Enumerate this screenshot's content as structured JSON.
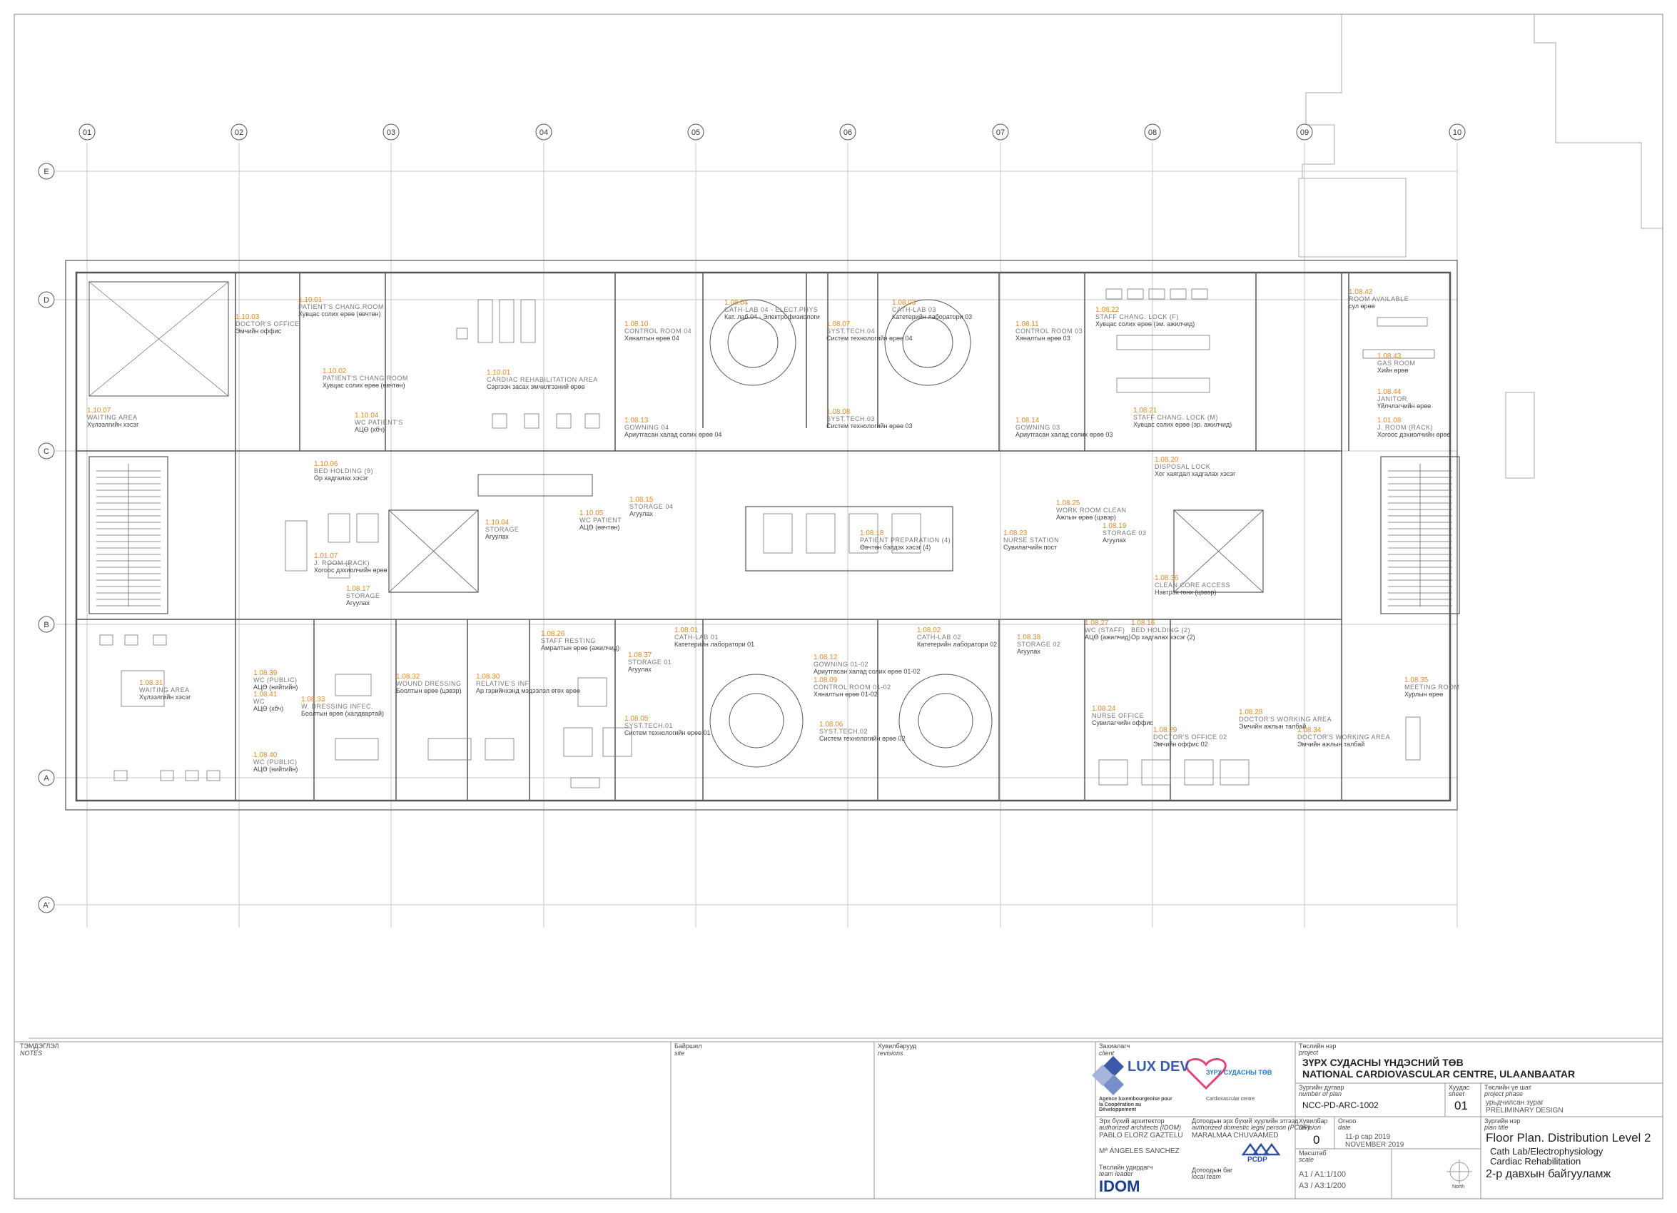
{
  "grid": {
    "columns": [
      "01",
      "02",
      "03",
      "04",
      "05",
      "06",
      "07",
      "08",
      "09",
      "10"
    ],
    "rows": [
      "E",
      "D",
      "C",
      "B",
      "A",
      "A'"
    ]
  },
  "rooms": [
    {
      "code": "1.10.07",
      "name_en": "WAITING AREA",
      "name_mn": "Хүлээлгийн хэсэг"
    },
    {
      "code": "1.10.03",
      "name_en": "DOCTOR'S OFFICE",
      "name_mn": "Эмчийн оффис"
    },
    {
      "code": "1.10.01",
      "name_en": "PATIENT'S CHANG.ROOM",
      "name_mn": "Хувцас солих өрөө (өвчтөн)"
    },
    {
      "code": "1.10.02",
      "name_en": "PATIENT'S CHANG.ROOM",
      "name_mn": "Хувцас солих өрөө (өвчтөн)"
    },
    {
      "code": "1.10.04",
      "name_en": "WC PATIENT'S",
      "name_mn": "АЦӨ (хбч)"
    },
    {
      "code": "1.10.01",
      "name_en": "CARDIAC REHABILITATION AREA",
      "name_mn": "Сэргээн засах эмчилгээний өрөө"
    },
    {
      "code": "1.10.06",
      "name_en": "BED HOLDING (9)",
      "name_mn": "Ор хадгалах хэсэг"
    },
    {
      "code": "1.10.04",
      "name_en": "STORAGE",
      "name_mn": "Агуулах"
    },
    {
      "code": "1.10.05",
      "name_en": "WC PATIENT",
      "name_mn": "АЦӨ (өвчтөн)"
    },
    {
      "code": "1.01.07",
      "name_en": "J. ROOM (RACK)",
      "name_mn": "Хогоос дэхиолчийн өрөө"
    },
    {
      "code": "1.08.17",
      "name_en": "STORAGE",
      "name_mn": "Агуулах"
    },
    {
      "code": "1.08.10",
      "name_en": "CONTROL ROOM 04",
      "name_mn": "Хяналтын өрөө 04"
    },
    {
      "code": "1.08.13",
      "name_en": "GOWNING 04",
      "name_mn": "Ариутгасан халад солих өрөө 04"
    },
    {
      "code": "1.08.04",
      "name_en": "CATH-LAB 04 - ELECT.PHYS",
      "name_mn": "Кат. лаб.04 - Электрофизиологи"
    },
    {
      "code": "1.08.07",
      "name_en": "SYST.TECH.04",
      "name_mn": "Систем технологийн өрөө 04"
    },
    {
      "code": "1.08.08",
      "name_en": "SYST.TECH.03",
      "name_mn": "Систем технологийн өрөө 03"
    },
    {
      "code": "1.08.03",
      "name_en": "CATH-LAB 03",
      "name_mn": "Катетерийн лаборатори 03"
    },
    {
      "code": "1.08.11",
      "name_en": "CONTROL ROOM 03",
      "name_mn": "Хяналтын өрөө 03"
    },
    {
      "code": "1.08.14",
      "name_en": "GOWNING 03",
      "name_mn": "Ариутгасан халад солих өрөө 03"
    },
    {
      "code": "1.08.22",
      "name_en": "STAFF CHANG. LOCK (F)",
      "name_mn": "Хувцас солих өрөө (эм. ажилчид)"
    },
    {
      "code": "1.08.21",
      "name_en": "STAFF CHANG. LOCK (M)",
      "name_mn": "Хувцас солих өрөө (эр. ажилчид)"
    },
    {
      "code": "1.08.42",
      "name_en": "ROOM AVAILABLE",
      "name_mn": "сул өрөө"
    },
    {
      "code": "1.08.43",
      "name_en": "GAS ROOM",
      "name_mn": "Хийн өрөө"
    },
    {
      "code": "1.08.44",
      "name_en": "JANITOR",
      "name_mn": "Үйлчлэгчийн өрөө"
    },
    {
      "code": "1.01.08",
      "name_en": "J. ROOM (RACK)",
      "name_mn": "Хогоос дэхиолчийн өрөө"
    },
    {
      "code": "1.08.20",
      "name_en": "DISPOSAL LOCK",
      "name_mn": "Хог хаягдал хадгалах хэсэг"
    },
    {
      "code": "1.08.15",
      "name_en": "STORAGE 04",
      "name_mn": "Агуулах"
    },
    {
      "code": "1.08.18",
      "name_en": "PATIENT PREPARATION (4)",
      "name_mn": "Өвчтөн бэлдэх хэсэг (4)"
    },
    {
      "code": "1.08.23",
      "name_en": "NURSE STATION",
      "name_mn": "Сувилагчийн пост"
    },
    {
      "code": "1.08.25",
      "name_en": "WORK ROOM CLEAN",
      "name_mn": "Ажлын өрөө (цэвэр)"
    },
    {
      "code": "1.08.19",
      "name_en": "STORAGE 03",
      "name_mn": "Агуулах"
    },
    {
      "code": "1.08.36",
      "name_en": "CLEAN CORE ACCESS",
      "name_mn": "Нэвтрэх гонх (цэвэр)"
    },
    {
      "code": "1.08.31",
      "name_en": "WAITING AREA",
      "name_mn": "Хүлээлгийн хэсэг"
    },
    {
      "code": "1.08.39",
      "name_en": "WC (PUBLIC)",
      "name_mn": "АЦӨ (нийтийн)"
    },
    {
      "code": "1.08.41",
      "name_en": "WC",
      "name_mn": "АЦӨ (хбч)"
    },
    {
      "code": "1.08.40",
      "name_en": "WC (PUBLIC)",
      "name_mn": "АЦӨ (нийтийн)"
    },
    {
      "code": "1.08.33",
      "name_en": "W. DRESSING INFEC.",
      "name_mn": "Боолтын өрөө (халдвартай)"
    },
    {
      "code": "1.08.32",
      "name_en": "WOUND DRESSING",
      "name_mn": "Боолтын өрөө (цэвэр)"
    },
    {
      "code": "1.08.30",
      "name_en": "RELATIVE'S INF.",
      "name_mn": "Ар гэрийнхэнд мэдээлэл өгөх өрөө"
    },
    {
      "code": "1.08.26",
      "name_en": "STAFF RESTING",
      "name_mn": "Амралтын өрөө (ажилчид)"
    },
    {
      "code": "1.08.37",
      "name_en": "STORAGE 01",
      "name_mn": "Агуулах"
    },
    {
      "code": "1.08.05",
      "name_en": "SYST.TECH.01",
      "name_mn": "Систем технологийн өрөө 01"
    },
    {
      "code": "1.08.01",
      "name_en": "CATH-LAB 01",
      "name_mn": "Катетерийн лаборатори 01"
    },
    {
      "code": "1.08.12",
      "name_en": "GOWNING 01-02",
      "name_mn": "Ариутгасан халад солих өрөө 01-02"
    },
    {
      "code": "1.08.09",
      "name_en": "CONTROL ROOM 01-02",
      "name_mn": "Хяналтын өрөө 01-02"
    },
    {
      "code": "1.08.02",
      "name_en": "CATH-LAB 02",
      "name_mn": "Катетерийн лаборатори 02"
    },
    {
      "code": "1.08.06",
      "name_en": "SYST.TECH.02",
      "name_mn": "Систем технологийн өрөө 02"
    },
    {
      "code": "1.08.38",
      "name_en": "STORAGE 02",
      "name_mn": "Агуулах"
    },
    {
      "code": "1.08.27",
      "name_en": "WC (STAFF)",
      "name_mn": "АЦӨ (ажилчид)"
    },
    {
      "code": "1.08.16",
      "name_en": "BED HOLDING (2)",
      "name_mn": "Ор хадгалах хэсэг (2)"
    },
    {
      "code": "1.08.24",
      "name_en": "NURSE OFFICE",
      "name_mn": "Сувилагчийн оффис"
    },
    {
      "code": "1.08.29",
      "name_en": "DOCTOR'S OFFICE 02",
      "name_mn": "Эмчийн оффис 02"
    },
    {
      "code": "1.08.28",
      "name_en": "DOCTOR'S WORKING AREA",
      "name_mn": "Эмчийн ажлын талбай"
    },
    {
      "code": "1.08.34",
      "name_en": "DOCTOR'S WORKING AREA",
      "name_mn": "Эмчийн ажлын талбай"
    },
    {
      "code": "1.08.35",
      "name_en": "MEETING ROOM",
      "name_mn": "Хурлын өрөө"
    }
  ],
  "title_block": {
    "notes_mn": "ТЭМДЭГЛЭЛ",
    "notes_en": "NOTES",
    "site_mn": "Байршил",
    "site_en": "site",
    "revisions_mn": "Хувилбарууд",
    "revisions_en": "revisions",
    "client_mn": "Захиалагч",
    "client_en": "client",
    "luxdev_logo": "LUX DEV",
    "luxdev_sub": "Agence luxembourgeoise pour la Coopération au Développement",
    "heart_logo": "ЗҮРХ СУДАСНЫ ТӨВ",
    "heart_sub": "Cardiovascular centre",
    "project_mn": "Төслийн нэр",
    "project_en": "project",
    "project_name_mn": "ЗҮРХ СУДАСНЫ ҮНДЭСНИЙ ТӨВ",
    "project_name_en": "NATIONAL CARDIOVASCULAR CENTRE, ULAANBAATAR",
    "plan_number_label_mn": "Зургийн дугаар",
    "plan_number_label_en": "number of plan",
    "plan_number": "NCC-PD-ARC-1002",
    "sheet_label_mn": "Хуудас",
    "sheet_label_en": "sheet",
    "sheet": "01",
    "phase_label_mn": "Төслийн үе шат",
    "phase_label_en": "project phase",
    "phase_mn": "урьдчилсан зураг",
    "phase_en": "PRELIMINARY DESIGN",
    "architects_label_mn": "Эрх бүхий архитектор",
    "architects_label_en": "authorized architects (IDOM)",
    "architect_1": "PABLO ELORZ GAZTELU",
    "architect_2": "Mª ÁNGELES SANCHEZ",
    "team_leader_mn": "Төслийн удирдагч",
    "team_leader_en": "team leader",
    "idom_logo": "IDOM",
    "local_person_label_mn": "Дотоодын эрх бүхий хуулийн этгээд",
    "local_person_label_en": "authorized domestic legal person (PCDP)",
    "local_person": "MARALMAA CHUVAAMED",
    "local_team_mn": "Дотоодын баг",
    "local_team_en": "local team",
    "pcdp_logo": "PCDP",
    "revision_label_mn": "Хувилбар",
    "revision_label_en": "revision",
    "revision": "0",
    "date_label_mn": "Огноо",
    "date_label_en": "date",
    "date_mn": "11-р сар 2019",
    "date_en": "NOVEMBER 2019",
    "scale_label_mn": "Масштаб",
    "scale_label_en": "scale",
    "scale_a1": "A1 / A1:1/100",
    "scale_a3": "A3 / A3:1/200",
    "north": "North",
    "plan_title_label_mn": "Зургийн нэр",
    "plan_title_label_en": "plan title",
    "plan_title": "Floor Plan. Distribution Level 2",
    "plan_subtitle_1": "Cath Lab/Electrophysiology",
    "plan_subtitle_2": "Cardiac Rehabilitation",
    "plan_title_mn": "2-р давхын байгууламж"
  }
}
